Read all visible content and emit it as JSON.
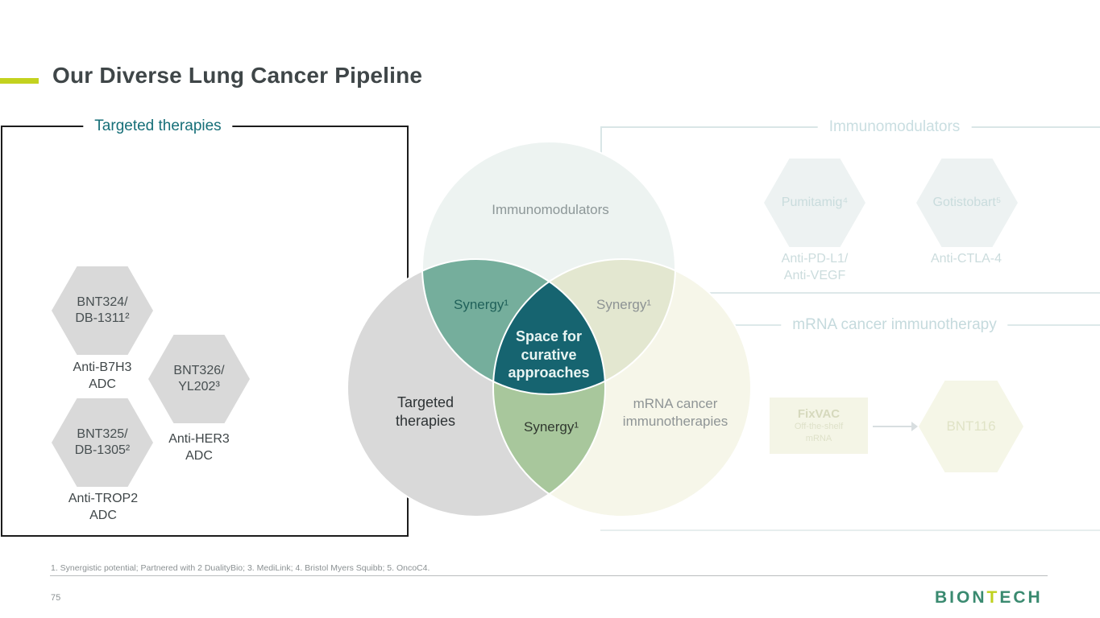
{
  "slide": {
    "title": "Our Diverse Lung Cancer Pipeline",
    "page_number": "75",
    "footnote": "1. Synergistic potential; Partnered with 2 DualityBio; 3. MediLink; 4. Bristol Myers Squibb; 5. OncoC4."
  },
  "colors": {
    "accent_lime": "#c3d21f",
    "teal_header": "#166f78",
    "venn_top_circle": "#edf3f1",
    "venn_left_circle": "#d9d9d9",
    "venn_right_circle": "#f6f6e9",
    "overlap_top_left": "#75ae9c",
    "overlap_top_right": "#e3e7d0",
    "overlap_bottom": "#a8c79c",
    "overlap_center": "#166470"
  },
  "targeted_panel": {
    "label": "Targeted therapies",
    "hexagons": [
      {
        "name": "BNT324/\nDB-1311²",
        "target": "Anti-B7H3\nADC"
      },
      {
        "name": "BNT326/\nYL202³",
        "target": "Anti-HER3\nADC"
      },
      {
        "name": "BNT325/\nDB-1305²",
        "target": "Anti-TROP2\nADC"
      }
    ]
  },
  "venn": {
    "top_circle_label": "Immunomodulators",
    "left_circle_label": "Targeted\ntherapies",
    "right_circle_label": "mRNA cancer\nimmunotherapies",
    "synergy_top_left": "Synergy¹",
    "synergy_top_right": "Synergy¹",
    "synergy_bottom": "Synergy¹",
    "center": "Space for\ncurative\napproaches"
  },
  "immunomodulators_panel": {
    "label": "Immunomodulators",
    "hexagons": [
      {
        "name": "Pumitamig⁴",
        "target": "Anti-PD-L1/\nAnti-VEGF"
      },
      {
        "name": "Gotistobart⁵",
        "target": "Anti-CTLA-4"
      }
    ]
  },
  "mrna_panel": {
    "label": "mRNA cancer immunotherapy",
    "box_title": "FixVAC",
    "box_subtitle": "Off-the-shelf\nmRNA",
    "hexagon": "BNT116"
  },
  "logo": {
    "part1": "BION",
    "part2": "T",
    "part3": "ECH"
  }
}
